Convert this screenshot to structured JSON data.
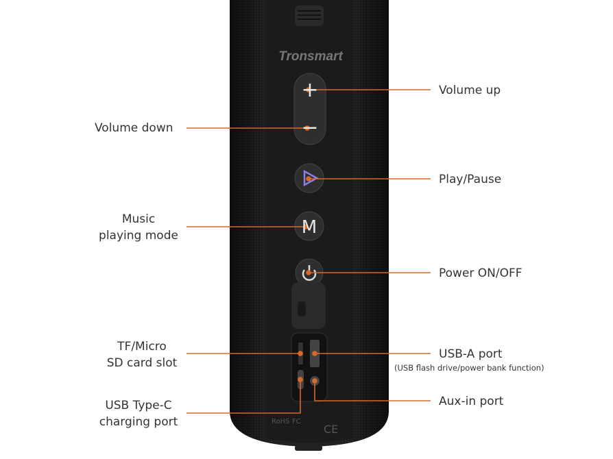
{
  "brand": "Tronsmart",
  "colors": {
    "leader_line": "#d9692a",
    "body": "#1c1c1c",
    "label_text": "#333333"
  },
  "callouts": {
    "volume_up": "Volume up",
    "volume_down": "Volume down",
    "play_pause": "Play/Pause",
    "music_mode_line1": "Music",
    "music_mode_line2": "playing mode",
    "power": "Power ON/OFF",
    "tf_line1": "TF/Micro",
    "tf_line2": "SD card slot",
    "usb_a": "USB-A port",
    "usb_a_note": "(USB flash drive/power bank function)",
    "usb_c_line1": "USB Type-C",
    "usb_c_line2": "charging port",
    "aux": "Aux-in port"
  },
  "buttons": {
    "plus": "+",
    "minus": "−",
    "mode": "M"
  },
  "markings": {
    "rohs": "RoHS",
    "fc": "FC",
    "ce": "CE"
  }
}
